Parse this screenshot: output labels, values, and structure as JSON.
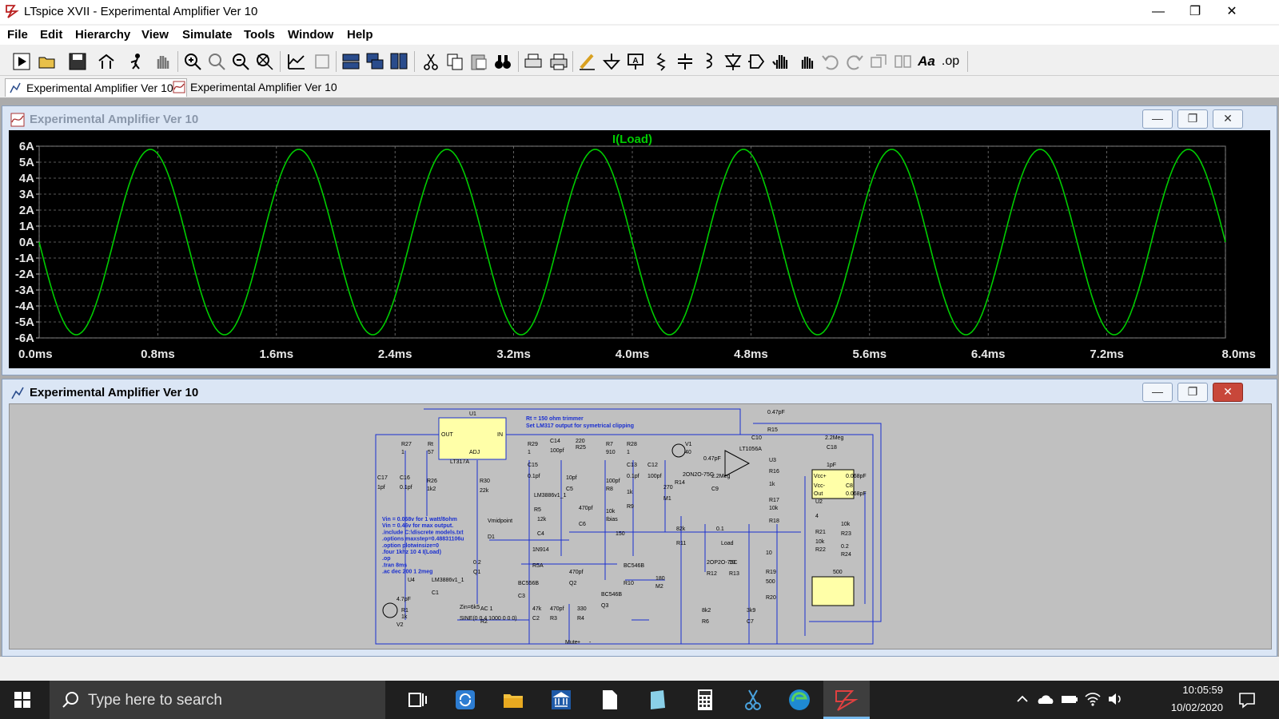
{
  "app": {
    "title": "LTspice XVII - Experimental Amplifier Ver 10",
    "window_controls": {
      "minimize": "—",
      "maximize": "❐",
      "close": "✕"
    }
  },
  "menu": [
    "File",
    "Edit",
    "Hierarchy",
    "View",
    "Simulate",
    "Tools",
    "Window",
    "Help"
  ],
  "toolbar": {
    "icons": [
      "run-icon",
      "open-icon",
      "save-icon",
      "control-panel-icon",
      "halt-icon",
      "pan-icon",
      "zoom-in-icon",
      "zoom-rect-icon",
      "zoom-out-icon",
      "zoom-fit-icon",
      "autoscale-icon",
      "clear-icon",
      "tile-horizontal-icon",
      "tile-cascade-icon",
      "tile-vertical-icon",
      "cut-icon",
      "copy-icon",
      "paste-icon",
      "find-icon",
      "print-setup-icon",
      "print-icon",
      "draw-wire-icon",
      "ground-icon",
      "label-icon",
      "resistor-icon",
      "capacitor-icon",
      "inductor-icon",
      "diode-icon",
      "component-icon",
      "move-icon",
      "drag-icon",
      "undo-icon",
      "redo-icon",
      "rotate-icon",
      "mirror-icon",
      "text-icon",
      "spice-directive-icon"
    ],
    "text_label": "Aa",
    "directive_label": ".op"
  },
  "tabs": [
    {
      "label": "Experimental Amplifier Ver 10",
      "icon": "schematic-icon",
      "active": true
    },
    {
      "label": "Experimental Amplifier Ver 10",
      "icon": "waveform-icon",
      "active": false
    }
  ],
  "waveform_window": {
    "title": "Experimental Amplifier Ver 10",
    "trace_label": "I(Load)",
    "trace_color": "#00cc00"
  },
  "chart_data": {
    "type": "line",
    "title": "I(Load)",
    "xlabel": "",
    "ylabel": "",
    "x_ticks": [
      "0.0ms",
      "0.8ms",
      "1.6ms",
      "2.4ms",
      "3.2ms",
      "4.0ms",
      "4.8ms",
      "5.6ms",
      "6.4ms",
      "7.2ms",
      "8.0ms"
    ],
    "y_ticks": [
      "6A",
      "5A",
      "4A",
      "3A",
      "2A",
      "1A",
      "0A",
      "-1A",
      "-2A",
      "-3A",
      "-4A",
      "-5A",
      "-6A"
    ],
    "xlim": [
      0,
      8.0
    ],
    "ylim": [
      -6,
      6
    ],
    "grid": true,
    "series": [
      {
        "name": "I(Load)",
        "amplitude": 5.8,
        "frequency_khz": 1,
        "phase": "starts at 0A, falling to first trough near 0.2ms"
      }
    ]
  },
  "schematic_window": {
    "title": "Experimental Amplifier Ver 10",
    "notes": {
      "trim": [
        "Rt = 150 ohm trimmer",
        "Set LM317 output for symetrical clipping"
      ],
      "directives": [
        "Vin = 0.068v for 1 watt/8ohm",
        "Vin = 0.46v for max output.",
        ".include C:\\discrete models.txt",
        ".options maxstep=0.48831106u",
        ".option plotwinsize=0",
        ".four 1khz 10 4 I(Load)",
        ".op",
        ".tran 8ms",
        ".ac dec 200 1 2meg"
      ]
    },
    "parts": [
      "U1",
      "LT317A",
      "OUT",
      "IN",
      "ADJ",
      "R27",
      "1",
      "Rt",
      "57",
      "C17",
      "1pf",
      "C16",
      "0.1pf",
      "R26",
      "1k2",
      "R30",
      "22k",
      "R29",
      "1",
      "C15",
      "0.1pf",
      "C14",
      "100pf",
      "220",
      "R25",
      "R7",
      "910",
      "R28",
      "1",
      "C13",
      "0.1pf",
      "C12",
      "100pf",
      "V1",
      "40",
      "C10",
      "0.47pF",
      "R15",
      "2.2Meg",
      "C18",
      "1pF",
      "U2",
      "LM3886v1_1",
      "R5",
      "12k",
      "C4",
      "10pf",
      "C5",
      "470pf",
      "C6",
      "100pf",
      "R8",
      "1k",
      "R9",
      "270",
      "M1",
      "2ON2O-75C",
      "R14",
      "2.2Meg",
      "C9",
      "0.47pF",
      "LT1056A",
      "U3",
      "R16",
      "1k",
      "R17",
      "10k",
      "R18",
      "10k",
      "Ibias",
      "150",
      "Vmidpoint",
      "D1",
      "1N914",
      "R5A",
      "82k",
      "R11",
      "0.1",
      "Load",
      "4",
      "R21",
      "10k",
      "R22",
      "10k",
      "R23",
      "0.2",
      "R24",
      "0.2",
      "Q1",
      "BC556B",
      "C3",
      "470pf",
      "Q2",
      "BC546B",
      "Q3",
      "BC546B",
      "R10",
      "180",
      "M2",
      "2OP2O-75C",
      "R12",
      "10",
      "R13",
      "10",
      "R19",
      "500",
      "R20",
      "500",
      "U4",
      "LM3886v1_1",
      "C1",
      "4.7pF",
      "R1",
      "1k",
      "V2",
      "Zin=6k5",
      "SINE(0 0.4 1000 0 0 0)",
      "AC 1",
      "R2",
      "47k",
      "C2",
      "470pf",
      "R3",
      "330",
      "R4",
      "8k2",
      "R6",
      "3k9",
      "C7",
      "0.068pF",
      "C8",
      "0.068pF",
      "Out",
      "Vcc+",
      "Vcc-",
      "Mute",
      "+",
      "-"
    ]
  },
  "taskbar": {
    "search_placeholder": "Type here to search",
    "time": "10:05:59",
    "date": "10/02/2020",
    "icons": [
      "start-icon",
      "search-icon",
      "task-view-icon",
      "sync-icon",
      "file-explorer-icon",
      "bank-icon",
      "document-icon",
      "notepad-icon",
      "calculator-icon",
      "snipping-tool-icon",
      "edge-icon",
      "ltspice-icon",
      "chevron-up-icon",
      "onedrive-icon",
      "battery-icon",
      "wifi-icon",
      "volume-icon",
      "notification-icon"
    ]
  }
}
